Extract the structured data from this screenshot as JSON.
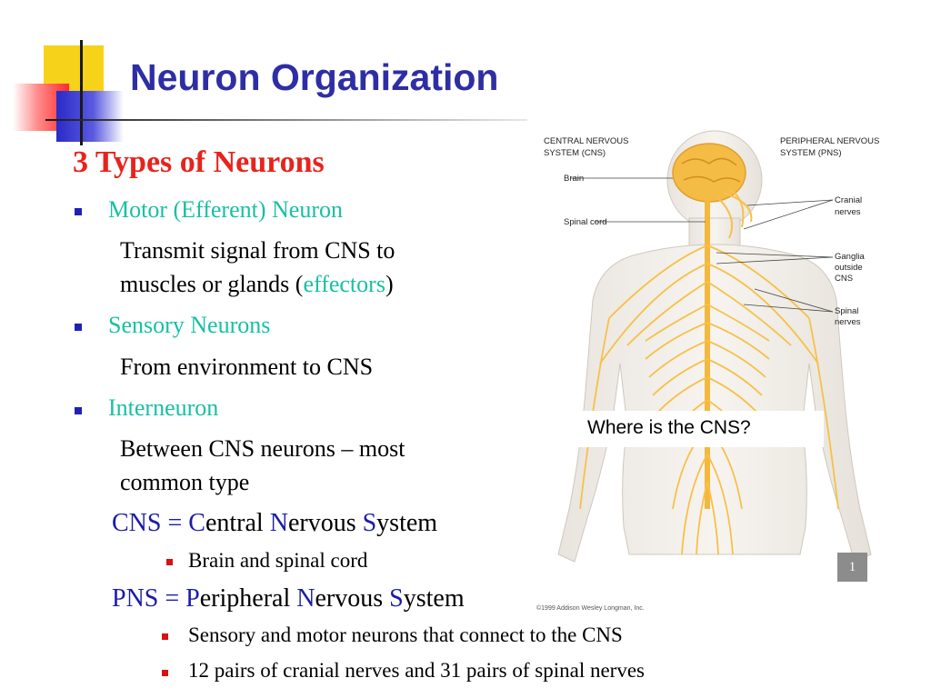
{
  "title": "Neuron Organization",
  "heading": "3 Types of Neurons",
  "neuron_types": [
    {
      "name": "Motor (Efferent) Neuron",
      "line1": "Transmit signal from CNS to",
      "line2_before": "muscles or glands (",
      "line2_highlight": "effectors",
      "line2_after": ")"
    },
    {
      "name": "Sensory Neurons",
      "line1": "From environment to CNS"
    },
    {
      "name": "Interneuron",
      "line1": "Between CNS neurons – most",
      "line2": "common type"
    }
  ],
  "cns": {
    "abbr": "CNS",
    "eq": " = ",
    "l1": "C",
    "r1": "entral ",
    "l2": "N",
    "r2": "ervous ",
    "l3": "S",
    "r3": "ystem",
    "bullets": [
      "Brain and spinal cord"
    ]
  },
  "pns": {
    "abbr": "PNS",
    "eq": " = ",
    "l1": "P",
    "r1": "eripheral ",
    "l2": "N",
    "r2": "ervous ",
    "l3": "S",
    "r3": "ystem",
    "bullets": [
      "Sensory and motor neurons that connect to the CNS",
      "12 pairs of cranial nerves and 31 pairs of spinal nerves"
    ]
  },
  "figure": {
    "cns_header_1": "CENTRAL NERVOUS",
    "cns_header_2": "SYSTEM (CNS)",
    "pns_header_1": "PERIPHERAL NERVOUS",
    "pns_header_2": "SYSTEM (PNS)",
    "label_brain": "Brain",
    "label_spinal_cord": "Spinal cord",
    "label_cranial_1": "Cranial",
    "label_cranial_2": "nerves",
    "label_ganglia_1": "Ganglia",
    "label_ganglia_2": "outside",
    "label_ganglia_3": "CNS",
    "label_spinal_nerves_1": "Spinal",
    "label_spinal_nerves_2": "nerves",
    "callout": "Where is the CNS?",
    "copyright": "©1999 Addison Wesley Longman, Inc."
  },
  "slide_number": "1",
  "colors": {
    "title": "#2e2ea4",
    "heading": "#e8231c",
    "accent_teal": "#17c0a4",
    "accent_blue": "#1c1ca8",
    "nerve": "#f6c14a"
  }
}
